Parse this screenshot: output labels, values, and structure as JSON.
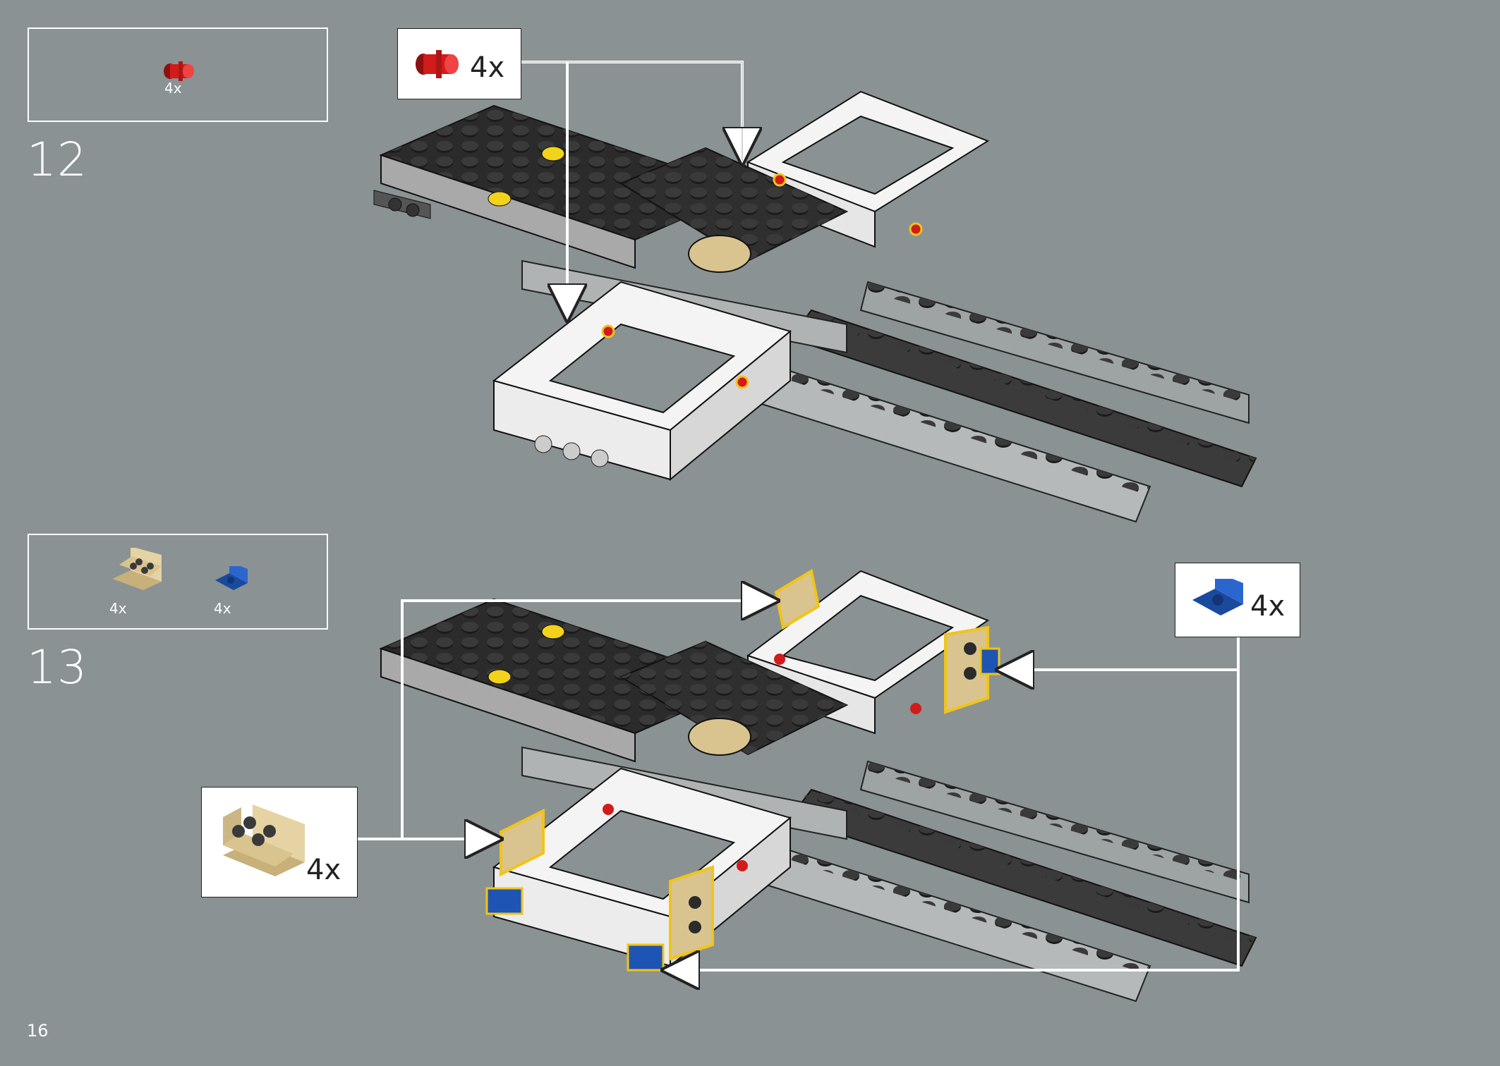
{
  "page_number": "16",
  "steps": [
    {
      "number": "12",
      "parts": [
        {
          "qty": "4x",
          "icon": "red-connector-pin-icon",
          "color": "#d21b1b"
        }
      ],
      "callouts": [
        {
          "qty": "4x",
          "icon": "red-connector-pin-icon",
          "color": "#d21b1b"
        }
      ]
    },
    {
      "number": "13",
      "parts": [
        {
          "qty": "4x",
          "icon": "tan-bracket-icon",
          "color": "#d9c48f"
        },
        {
          "qty": "4x",
          "icon": "blue-bracket-icon",
          "color": "#1e54b4"
        }
      ],
      "callouts": [
        {
          "qty": "4x",
          "icon": "blue-bracket-icon",
          "color": "#1e54b4"
        },
        {
          "qty": "4x",
          "icon": "tan-bracket-icon",
          "color": "#d9c48f"
        }
      ]
    }
  ],
  "colors": {
    "background": "#8a9293",
    "black_brick": "#2b2b2b",
    "white_brick": "#f4f4f4",
    "grey_brick": "#a9a9a9",
    "tan": "#d9c48f",
    "blue": "#1e54b4",
    "red": "#d21b1b",
    "yellow": "#f2d21b",
    "highlight": "#f0c419"
  }
}
